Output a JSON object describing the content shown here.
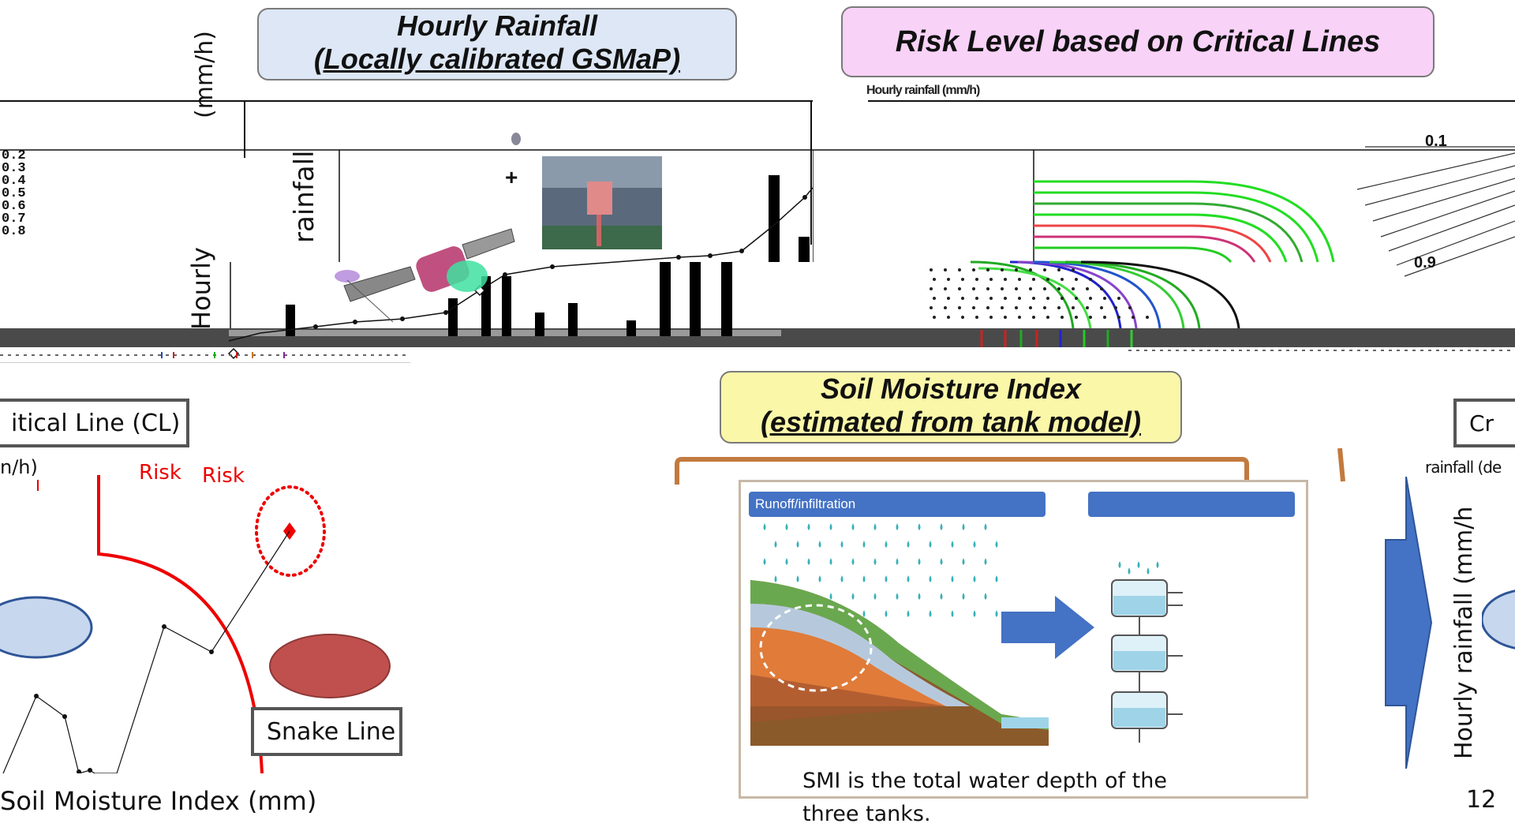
{
  "titles": {
    "hourly_rainfall_line1": "Hourly Rainfall",
    "hourly_rainfall_line2": "(Locally calibrated GSMaP)",
    "risk_level": "Risk Level based on Critical Lines",
    "smi_line1": "Soil Moisture Index",
    "smi_line2": "(estimated from tank model)"
  },
  "top_left": {
    "y_axis_unit": "(mm/h)",
    "y_axis_label_a": "rainfall",
    "y_axis_label_b": "Hourly",
    "scale_labels": [
      "0.2",
      "0.3",
      "0.4",
      "0.5",
      "0.6",
      "0.7",
      "0.8"
    ]
  },
  "top_right": {
    "header_text": "Hourly rainfall (mm/h)",
    "label_low": "0.1",
    "label_high": "0.9"
  },
  "bottom_left": {
    "critical_line_label": "itical Line (CL)",
    "axis_unit": "n/h)",
    "risk_label_a": "Risk",
    "risk_label_b": "Risk",
    "snake_line_label": "Snake Line",
    "x_axis_label": "Soil Moisture Index (mm)"
  },
  "bottom_center": {
    "panel_header_left": "Runoff/infiltration",
    "caption_line1": "SMI is the total water depth of the",
    "caption_line2": "three tanks."
  },
  "bottom_right": {
    "critical_label": "Cr",
    "header_text": "rainfall (de",
    "y_axis_label": "Hourly rainfall (mm/h",
    "page_number": "12"
  },
  "colors": {
    "title_blue_bg": "#dde7f5",
    "title_pink_bg": "#f8d2f7",
    "title_yellow_bg": "#fbf7a8",
    "critical_red": "#ee0000",
    "ellipse_blue": "#c6d7ee",
    "ellipse_red": "#c0504d",
    "arrow_blue": "#4472c4",
    "frame_brown": "#c27a3e",
    "frame_tan": "#c7b9a6"
  }
}
